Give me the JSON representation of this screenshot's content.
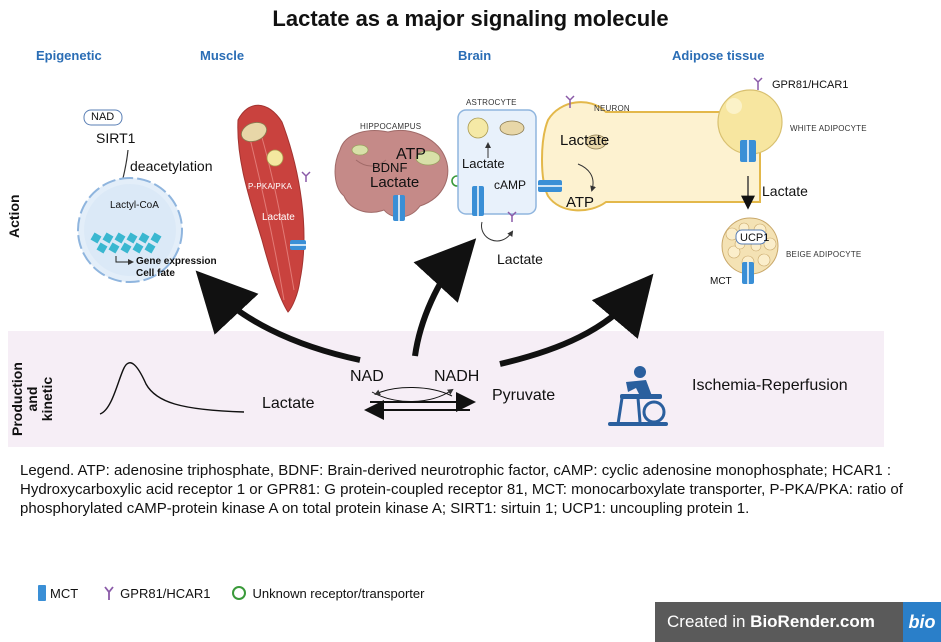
{
  "title": "Lactate as a major signaling molecule",
  "sections": {
    "epigenetic": "Epigenetic",
    "muscle": "Muscle",
    "brain": "Brain",
    "adipose": "Adipose tissue"
  },
  "side_labels": {
    "action": "Action",
    "production_1": "Production",
    "production_2": "and",
    "production_3": "kinetic"
  },
  "epigenetic": {
    "nad": "NAD",
    "sirt1": "SIRT1",
    "deacetylation": "deacetylation",
    "lactyl_coa": "Lactyl-CoA",
    "gene_expression": "Gene expression",
    "cell_fate": "Cell fate"
  },
  "muscle": {
    "ppka": "P-PKA/PKA",
    "lactate": "Lactate"
  },
  "brain": {
    "hippocampus": "HIPPOCAMPUS",
    "atp": "ATP",
    "bdnf": "BDNF",
    "lactate_hippo": "Lactate",
    "astrocyte": "ASTROCYTE",
    "lactate_astro": "Lactate",
    "camp": "cAMP",
    "lactate_below": "Lactate",
    "neuron": "NEURON",
    "lactate_neuron": "Lactate",
    "atp_neuron": "ATP"
  },
  "adipose": {
    "gpr81": "GPR81/HCAR1",
    "white": "WHITE ADIPOCYTE",
    "lactate": "Lactate",
    "ucp1": "UCP1",
    "beige": "BEIGE ADIPOCYTE",
    "mct": "MCT"
  },
  "production": {
    "lactate": "Lactate",
    "nad": "NAD",
    "nadh": "NADH",
    "pyruvate": "Pyruvate",
    "ischemia": "Ischemia-Reperfusion"
  },
  "legend": "Legend. ATP: adenosine triphosphate, BDNF: Brain-derived neurotrophic factor, cAMP:  cyclic adenosine monophosphate; HCAR1 : Hydroxycarboxylic acid receptor 1 or  GPR81: G protein-coupled receptor 81, MCT: monocarboxylate transporter, P-PKA/PKA: ratio of  phosphorylated cAMP-protein kinase A on total protein kinase A; SIRT1: sirtuin 1; UCP1: uncoupling protein 1.",
  "key": {
    "mct": "MCT",
    "gpr81": "GPR81/HCAR1",
    "unknown": "Unknown receptor/transporter"
  },
  "watermark": {
    "prefix": "Created in ",
    "brand": "BioRender.com",
    "logo": "bio"
  },
  "colors": {
    "section_blue": "#2a6db5",
    "mct_blue": "#3a8fd6",
    "receptor_purple": "#8a5aa8",
    "unknown_green": "#3a9a3a",
    "muscle_red": "#c9423e",
    "band_pink": "#f6eef6"
  }
}
